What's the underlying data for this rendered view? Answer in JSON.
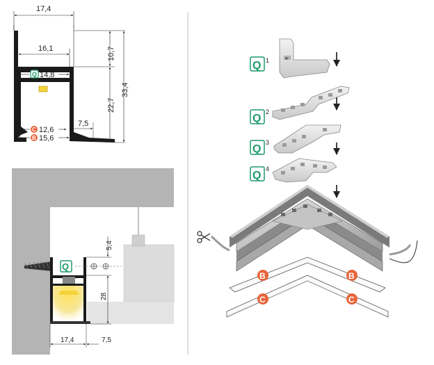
{
  "profile_dims": {
    "width_top": "17,4",
    "inner_top": "16,1",
    "height_upper": "10,7",
    "height_total": "33,4",
    "q_width": "14,8",
    "height_lower": "22,7",
    "flange": "7,5",
    "c_width": "12,6",
    "b_width": "15,6"
  },
  "install_dims": {
    "gap": "5,4",
    "depth": "28",
    "width": "17,4",
    "flange": "7,5"
  },
  "labels": {
    "q": "Q",
    "b": "B",
    "c": "C",
    "step1": "1",
    "step2": "2",
    "step3": "3",
    "step4": "4"
  },
  "colors": {
    "q_green": "#1e9a6b",
    "bc_orange": "#e8643a",
    "profile_black": "#1a1a1a",
    "wall_gray": "#b4b4b4",
    "led_yellow": "#f3d33a"
  }
}
